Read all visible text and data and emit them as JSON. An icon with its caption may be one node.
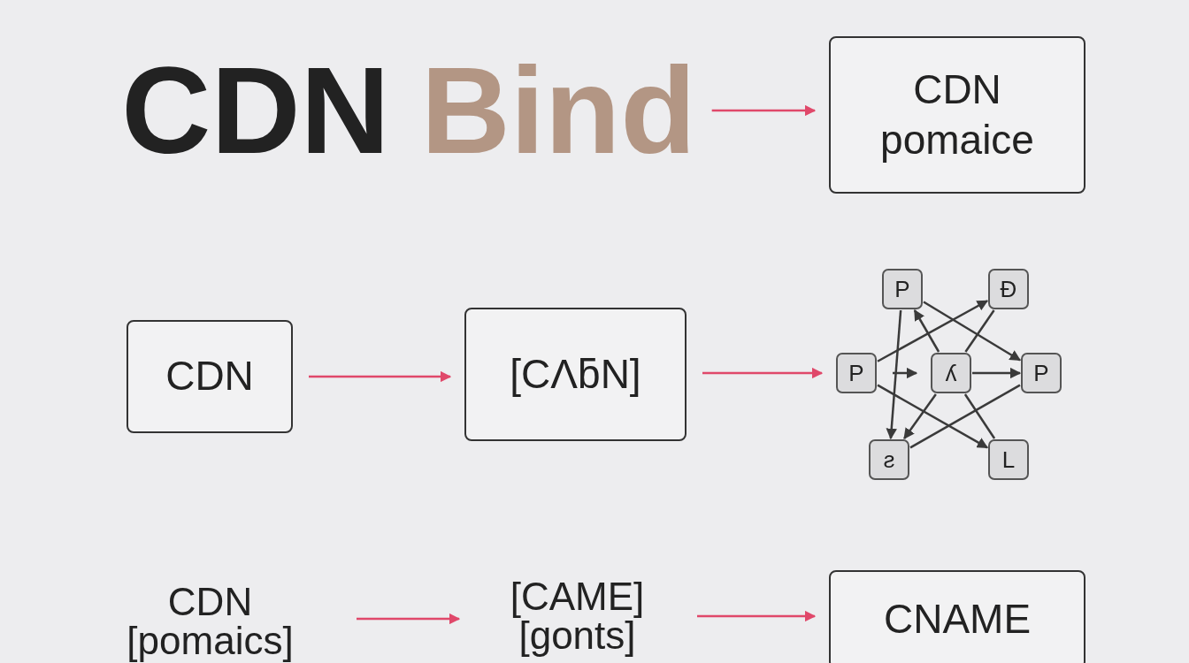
{
  "diagram": {
    "nodes": [
      {
        "text": [
          "CDN",
          "Bind"
        ]
      },
      {
        "text": [
          "CDN pomaice"
        ]
      },
      {
        "text": [
          "CDN"
        ]
      },
      {
        "text": [
          "[CɅƃN]"
        ]
      },
      {
        "text": [
          "P"
        ]
      },
      {
        "text": [
          "Ð"
        ]
      },
      {
        "text": [
          "P"
        ]
      },
      {
        "text": [
          "ʎ"
        ]
      },
      {
        "text": [
          "P"
        ]
      },
      {
        "text": [
          "ƨ"
        ]
      },
      {
        "text": [
          "L"
        ]
      },
      {
        "text": [
          "CDN [pomaics]"
        ]
      },
      {
        "text": [
          "[CAME] [gonts]"
        ]
      },
      {
        "text": [
          "CNAME"
        ]
      }
    ],
    "edges": [
      {
        "from": 0,
        "to": 1,
        "arrow": "to",
        "color": "#e0486a"
      },
      {
        "from": 2,
        "to": 3,
        "arrow": "to",
        "color": "#e0486a"
      },
      {
        "from": 3,
        "to": 6,
        "arrow": "to",
        "color": "#e0486a"
      },
      {
        "from": 6,
        "to": 7,
        "arrow": "to"
      },
      {
        "from": 6,
        "to": 5,
        "arrow": "to"
      },
      {
        "from": 6,
        "to": 10,
        "arrow": "to"
      },
      {
        "from": 7,
        "to": 8,
        "arrow": "to"
      },
      {
        "from": 4,
        "to": 8,
        "arrow": "to"
      },
      {
        "from": 7,
        "to": 4,
        "arrow": "to"
      },
      {
        "from": 4,
        "to": 9,
        "arrow": "to"
      },
      {
        "from": 7,
        "to": 9,
        "arrow": "to"
      },
      {
        "from": 9,
        "to": 8,
        "arrow": "none"
      },
      {
        "from": 5,
        "to": 7,
        "arrow": "none"
      },
      {
        "from": 7,
        "to": 10,
        "arrow": "none"
      },
      {
        "from": 11,
        "to": 12,
        "arrow": "to",
        "color": "#e0486a"
      },
      {
        "from": 12,
        "to": 13,
        "arrow": "to",
        "color": "#e0486a"
      }
    ]
  }
}
